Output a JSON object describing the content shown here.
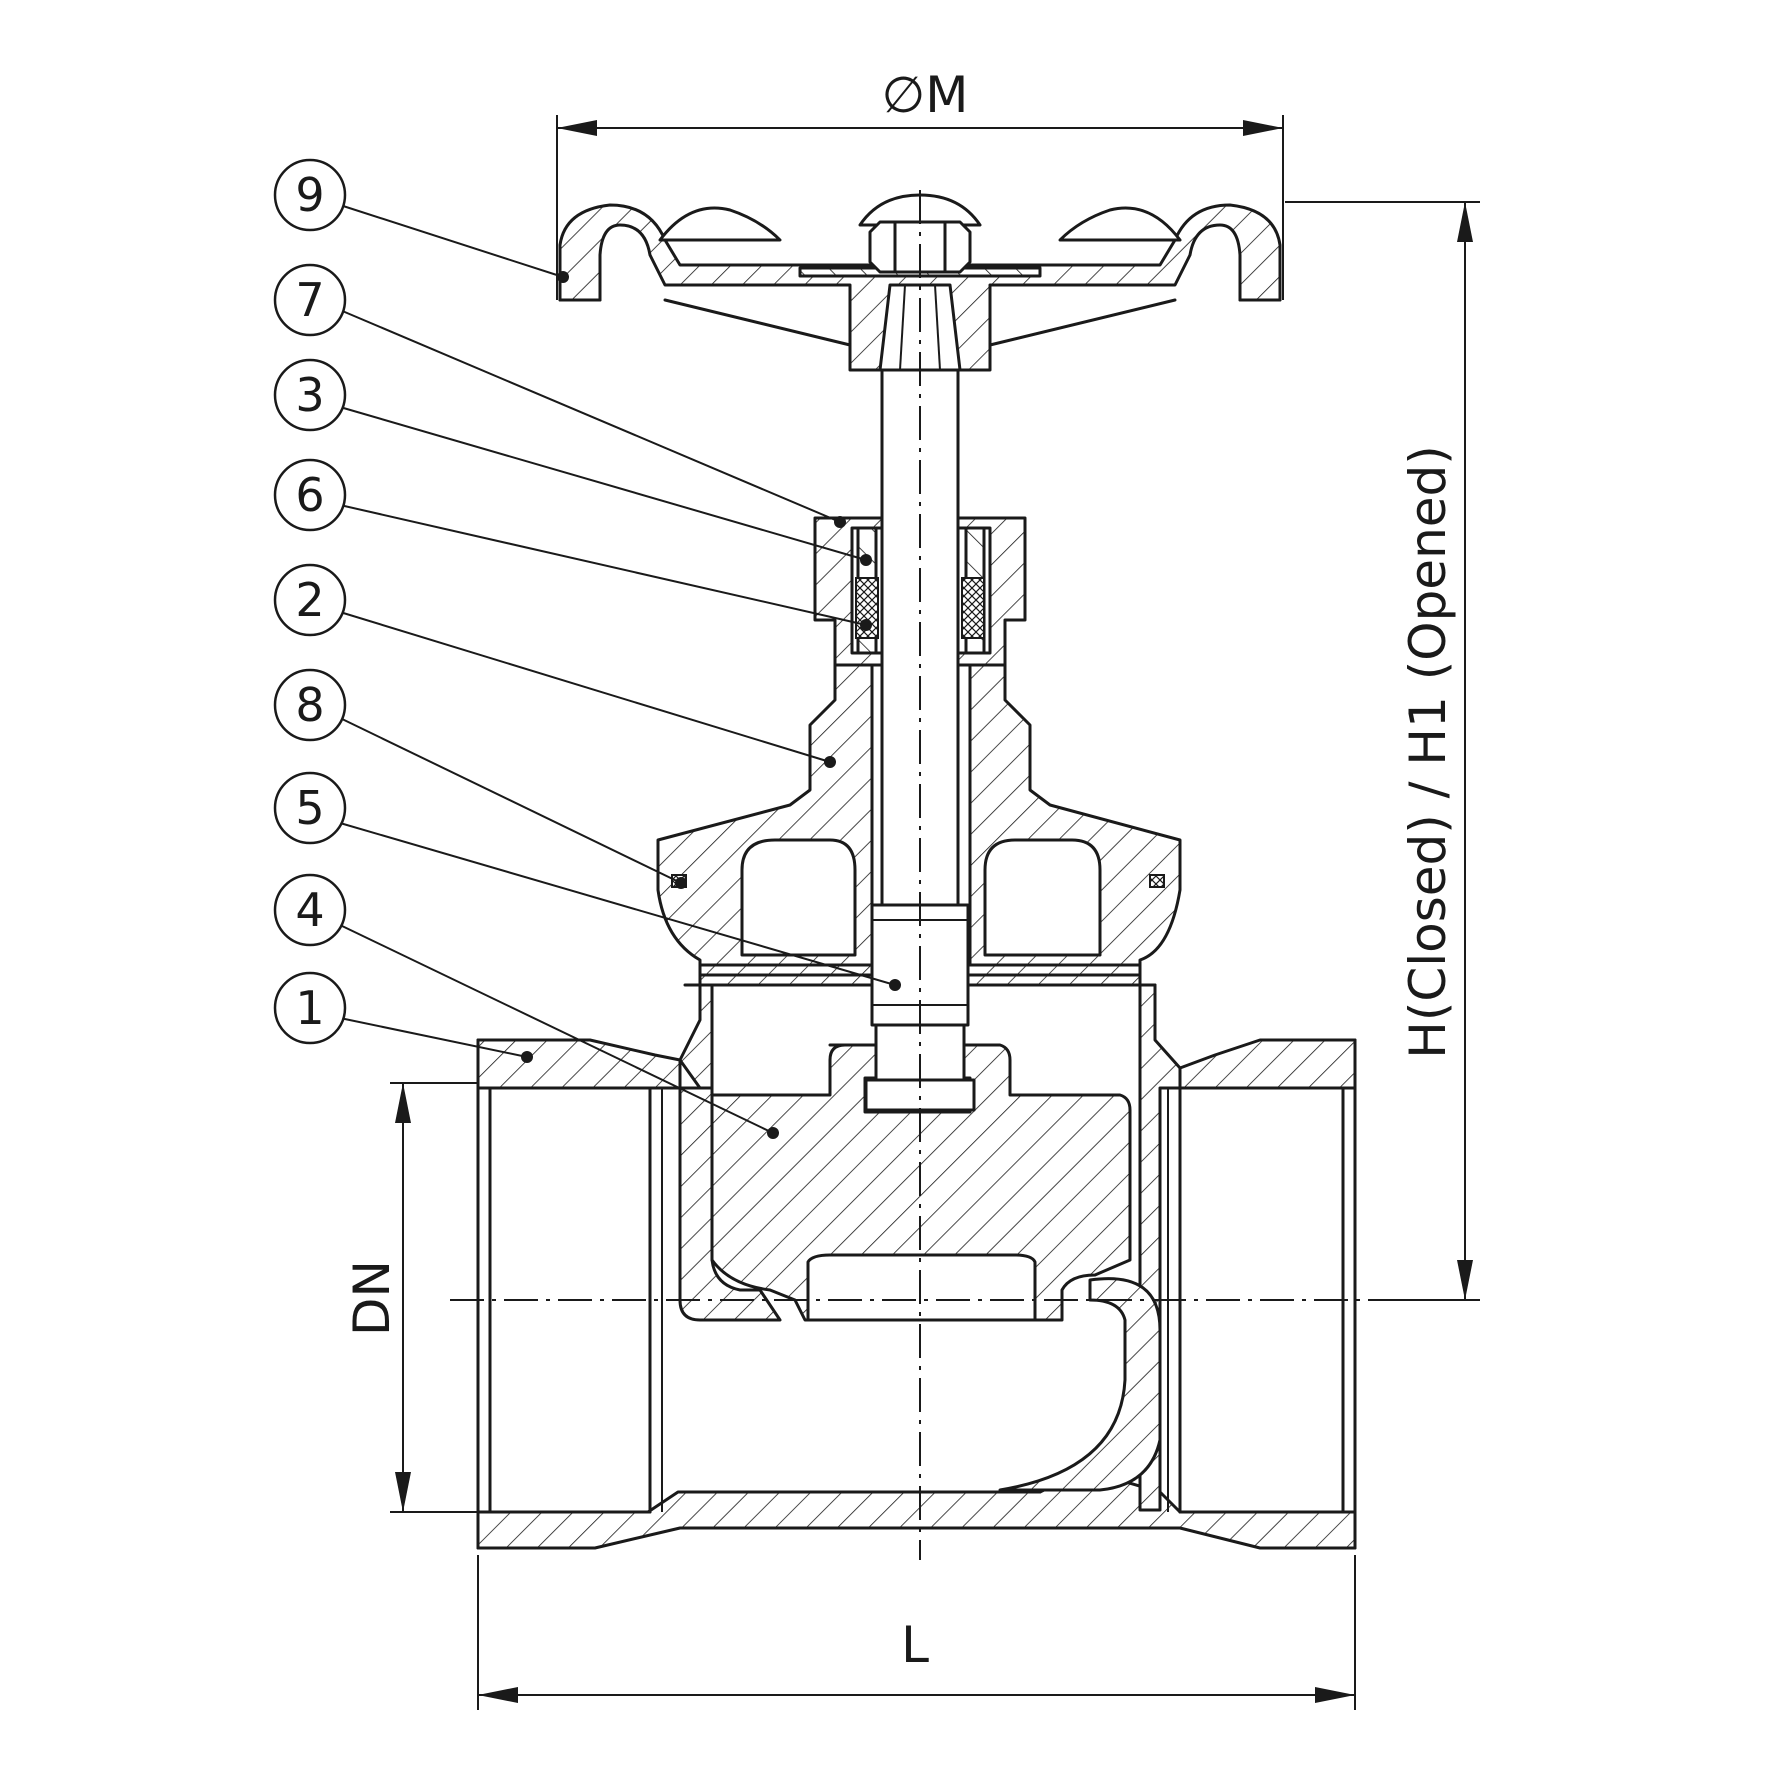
{
  "dimensions": {
    "handwheel_diameter": "∅M",
    "length": "L",
    "nominal_diameter": "DN",
    "height": "H(Closed) / H1 (Opened)"
  },
  "part_callouts": [
    {
      "number": "9"
    },
    {
      "number": "7"
    },
    {
      "number": "3"
    },
    {
      "number": "6"
    },
    {
      "number": "2"
    },
    {
      "number": "8"
    },
    {
      "number": "5"
    },
    {
      "number": "4"
    },
    {
      "number": "1"
    }
  ]
}
